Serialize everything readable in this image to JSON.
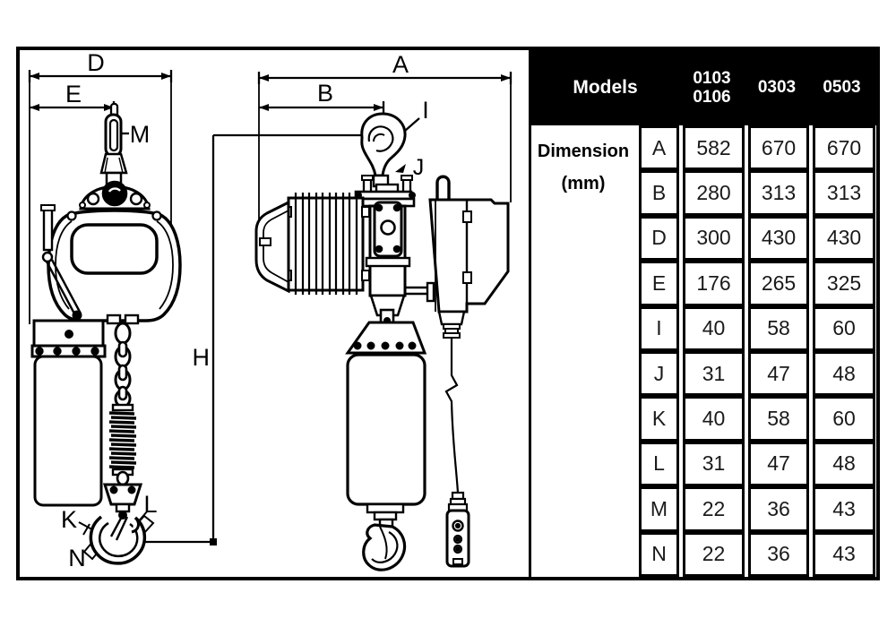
{
  "figure": {
    "title": "electric-chain-hoist-dimension-drawing",
    "labels": {
      "A": "A",
      "B": "B",
      "D": "D",
      "E": "E",
      "H": "H",
      "I": "I",
      "J": "J",
      "K": "K",
      "L": "L",
      "M": "M",
      "N": "N"
    }
  },
  "table": {
    "header": {
      "models": "Models",
      "col1_line1": "0103",
      "col1_line2": "0106",
      "col2": "0303",
      "col3": "0503"
    },
    "unit_label": {
      "line1": "Dimension",
      "line2": "(mm)"
    },
    "rows": [
      {
        "dim": "A",
        "v1": "582",
        "v2": "670",
        "v3": "670"
      },
      {
        "dim": "B",
        "v1": "280",
        "v2": "313",
        "v3": "313"
      },
      {
        "dim": "D",
        "v1": "300",
        "v2": "430",
        "v3": "430"
      },
      {
        "dim": "E",
        "v1": "176",
        "v2": "265",
        "v3": "325"
      },
      {
        "dim": "I",
        "v1": "40",
        "v2": "58",
        "v3": "60"
      },
      {
        "dim": "J",
        "v1": "31",
        "v2": "47",
        "v3": "48"
      },
      {
        "dim": "K",
        "v1": "40",
        "v2": "58",
        "v3": "60"
      },
      {
        "dim": "L",
        "v1": "31",
        "v2": "47",
        "v3": "48"
      },
      {
        "dim": "M",
        "v1": "22",
        "v2": "36",
        "v3": "43"
      },
      {
        "dim": "N",
        "v1": "22",
        "v2": "36",
        "v3": "43"
      }
    ]
  },
  "colors": {
    "ink": "#000000",
    "paper": "#ffffff",
    "header_bg": "#000000",
    "header_text": "#ffffff"
  }
}
